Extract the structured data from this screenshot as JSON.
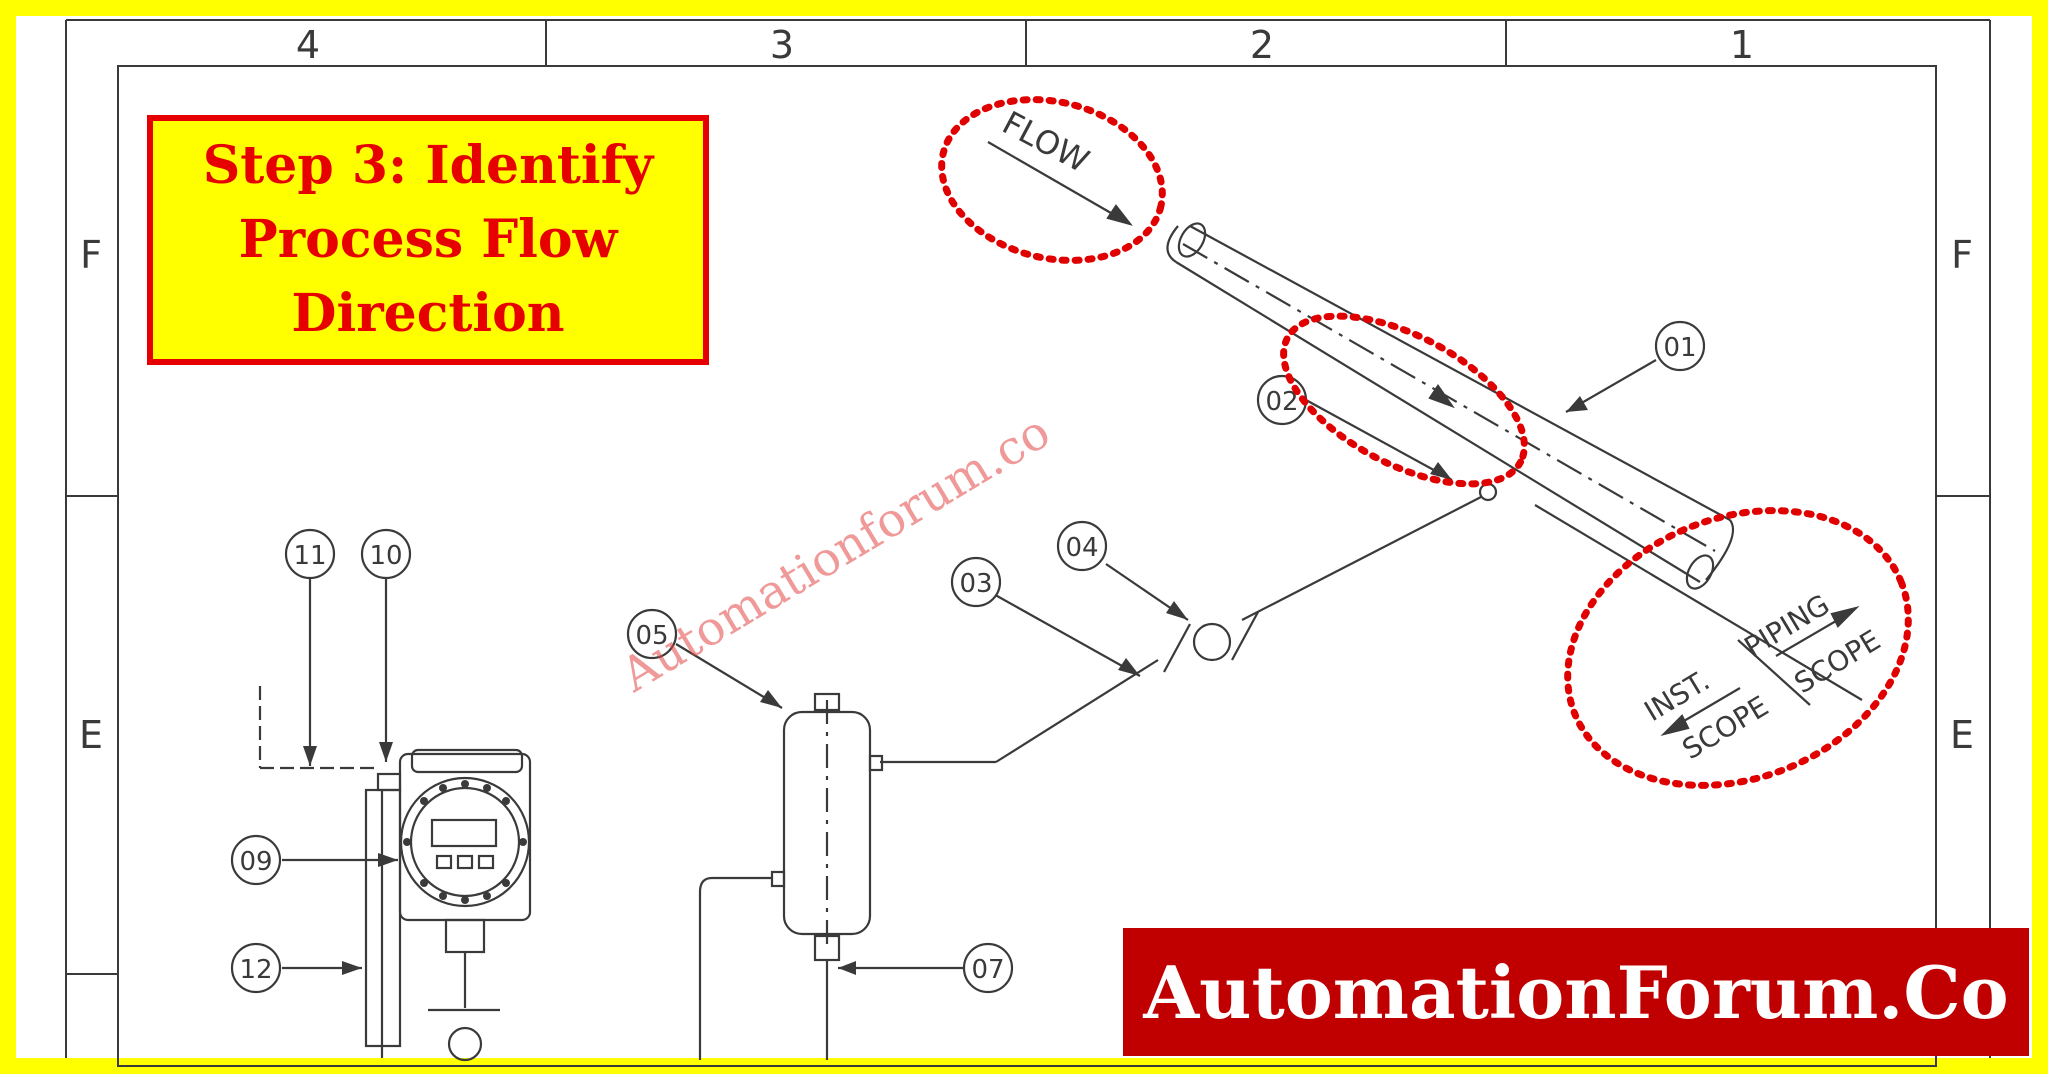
{
  "frame": {
    "column_labels": [
      "4",
      "3",
      "2",
      "1"
    ],
    "row_labels": [
      "F",
      "E"
    ]
  },
  "callout": {
    "lines": [
      "Step 3: Identify",
      "Process Flow",
      "Direction"
    ]
  },
  "drawing": {
    "flow_label": "FLOW",
    "scope_labels": {
      "inst": "INST.",
      "scope_left": "SCOPE",
      "piping": "PIPING",
      "scope_right": "SCOPE"
    },
    "balloons": [
      "01",
      "02",
      "03",
      "04",
      "05",
      "07",
      "09",
      "10",
      "11",
      "12"
    ]
  },
  "watermark": "Automationforum.co",
  "banner": "AutomationForum.Co",
  "colors": {
    "outer_border": "#ffff00",
    "highlight": "#e00000",
    "banner_bg": "#c00000",
    "callout_bg": "#ffff00",
    "line": "#3a3a3a"
  }
}
